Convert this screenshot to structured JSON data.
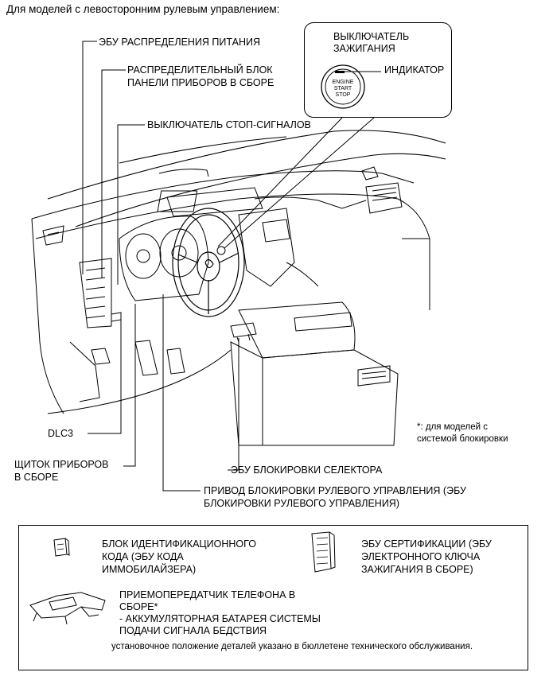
{
  "heading": "Для моделей с левосторонним рулевым управлением:",
  "callout": {
    "switch_title_1": "ВЫКЛЮЧАТЕЛЬ",
    "switch_title_2": "ЗАЖИГАНИЯ",
    "indicator": "ИНДИКАТОР",
    "button_line_1": "ENGINE",
    "button_line_2": "START",
    "button_line_3": "STOP"
  },
  "labels": {
    "power_ecu": "ЭБУ РАСПРЕДЕЛЕНИЯ ПИТАНИЯ",
    "junction_1": "РАСПРЕДЕЛИТЕЛЬНЫЙ БЛОК",
    "junction_2": "ПАНЕЛИ ПРИБОРОВ В СБОРЕ",
    "stop_switch": "ВЫКЛЮЧАТЕЛЬ СТОП-СИГНАЛОВ",
    "dlc3": "DLC3",
    "cluster_1": "ЩИТОК ПРИБОРОВ",
    "cluster_2": "В СБОРЕ",
    "shift_lock": "ЭБУ БЛОКИРОВКИ СЕЛЕКТОРА",
    "steering_lock_1": "ПРИВОД БЛОКИРОВКИ РУЛЕВОГО УПРАВЛЕНИЯ (ЭБУ",
    "steering_lock_2": "БЛОКИРОВКИ РУЛЕВОГО УПРАВЛЕНИЯ)",
    "footnote_1": "*: для моделей с",
    "footnote_2": "системой блокировки"
  },
  "legend": {
    "id_box_1": "БЛОК ИДЕНТИФИКАЦИОННОГО",
    "id_box_2": "КОДА (ЭБУ КОДА",
    "id_box_3": "ИММОБИЛАЙЗЕРА)",
    "cert_ecu_1": "ЭБУ СЕРТИФИКАЦИИ (ЭБУ",
    "cert_ecu_2": "ЭЛЕКТРОННОГО КЛЮЧА",
    "cert_ecu_3": "ЗАЖИГАНИЯ В СБОРЕ)",
    "phone_1": "ПРИЕМОПЕРЕДАТЧИК ТЕЛЕФОНА В",
    "phone_2": "СБОРЕ*",
    "phone_3": "- АККУМУЛЯТОРНАЯ БАТАРЕЯ СИСТЕМЫ",
    "phone_4": "ПОДАЧИ СИГНАЛА БЕДСТВИЯ",
    "note": "установочное положение деталей указано в бюллетене технического обслуживания."
  }
}
